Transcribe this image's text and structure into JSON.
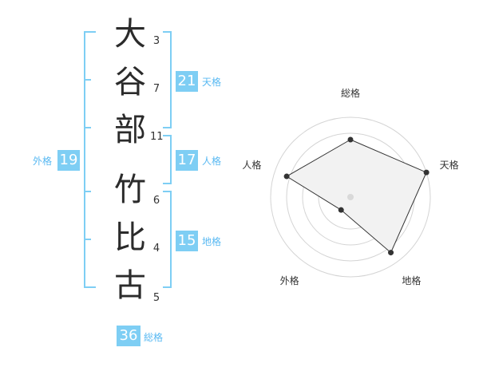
{
  "name_chars": [
    {
      "char": "大",
      "strokes": "3"
    },
    {
      "char": "谷",
      "strokes": "7"
    },
    {
      "char": "部",
      "strokes": "11"
    },
    {
      "char": "竹",
      "strokes": "6"
    },
    {
      "char": "比",
      "strokes": "4"
    },
    {
      "char": "古",
      "strokes": "5"
    }
  ],
  "kaku": {
    "tenkaku": {
      "value": "21",
      "label": "天格"
    },
    "jinkaku": {
      "value": "17",
      "label": "人格"
    },
    "chikaku": {
      "value": "15",
      "label": "地格"
    },
    "gaikaku": {
      "value": "19",
      "label": "外格"
    },
    "soukaku": {
      "value": "36",
      "label": "総格"
    }
  },
  "colors": {
    "badge": "#7ecef4",
    "bracket": "#7ecef4",
    "label": "#59b9f2"
  },
  "chart_data": {
    "type": "radar",
    "axes": [
      "総格",
      "天格",
      "地格",
      "外格",
      "人格"
    ],
    "values": [
      3.6,
      5,
      4.3,
      1,
      4.2
    ],
    "max": 5,
    "rings": 5
  }
}
